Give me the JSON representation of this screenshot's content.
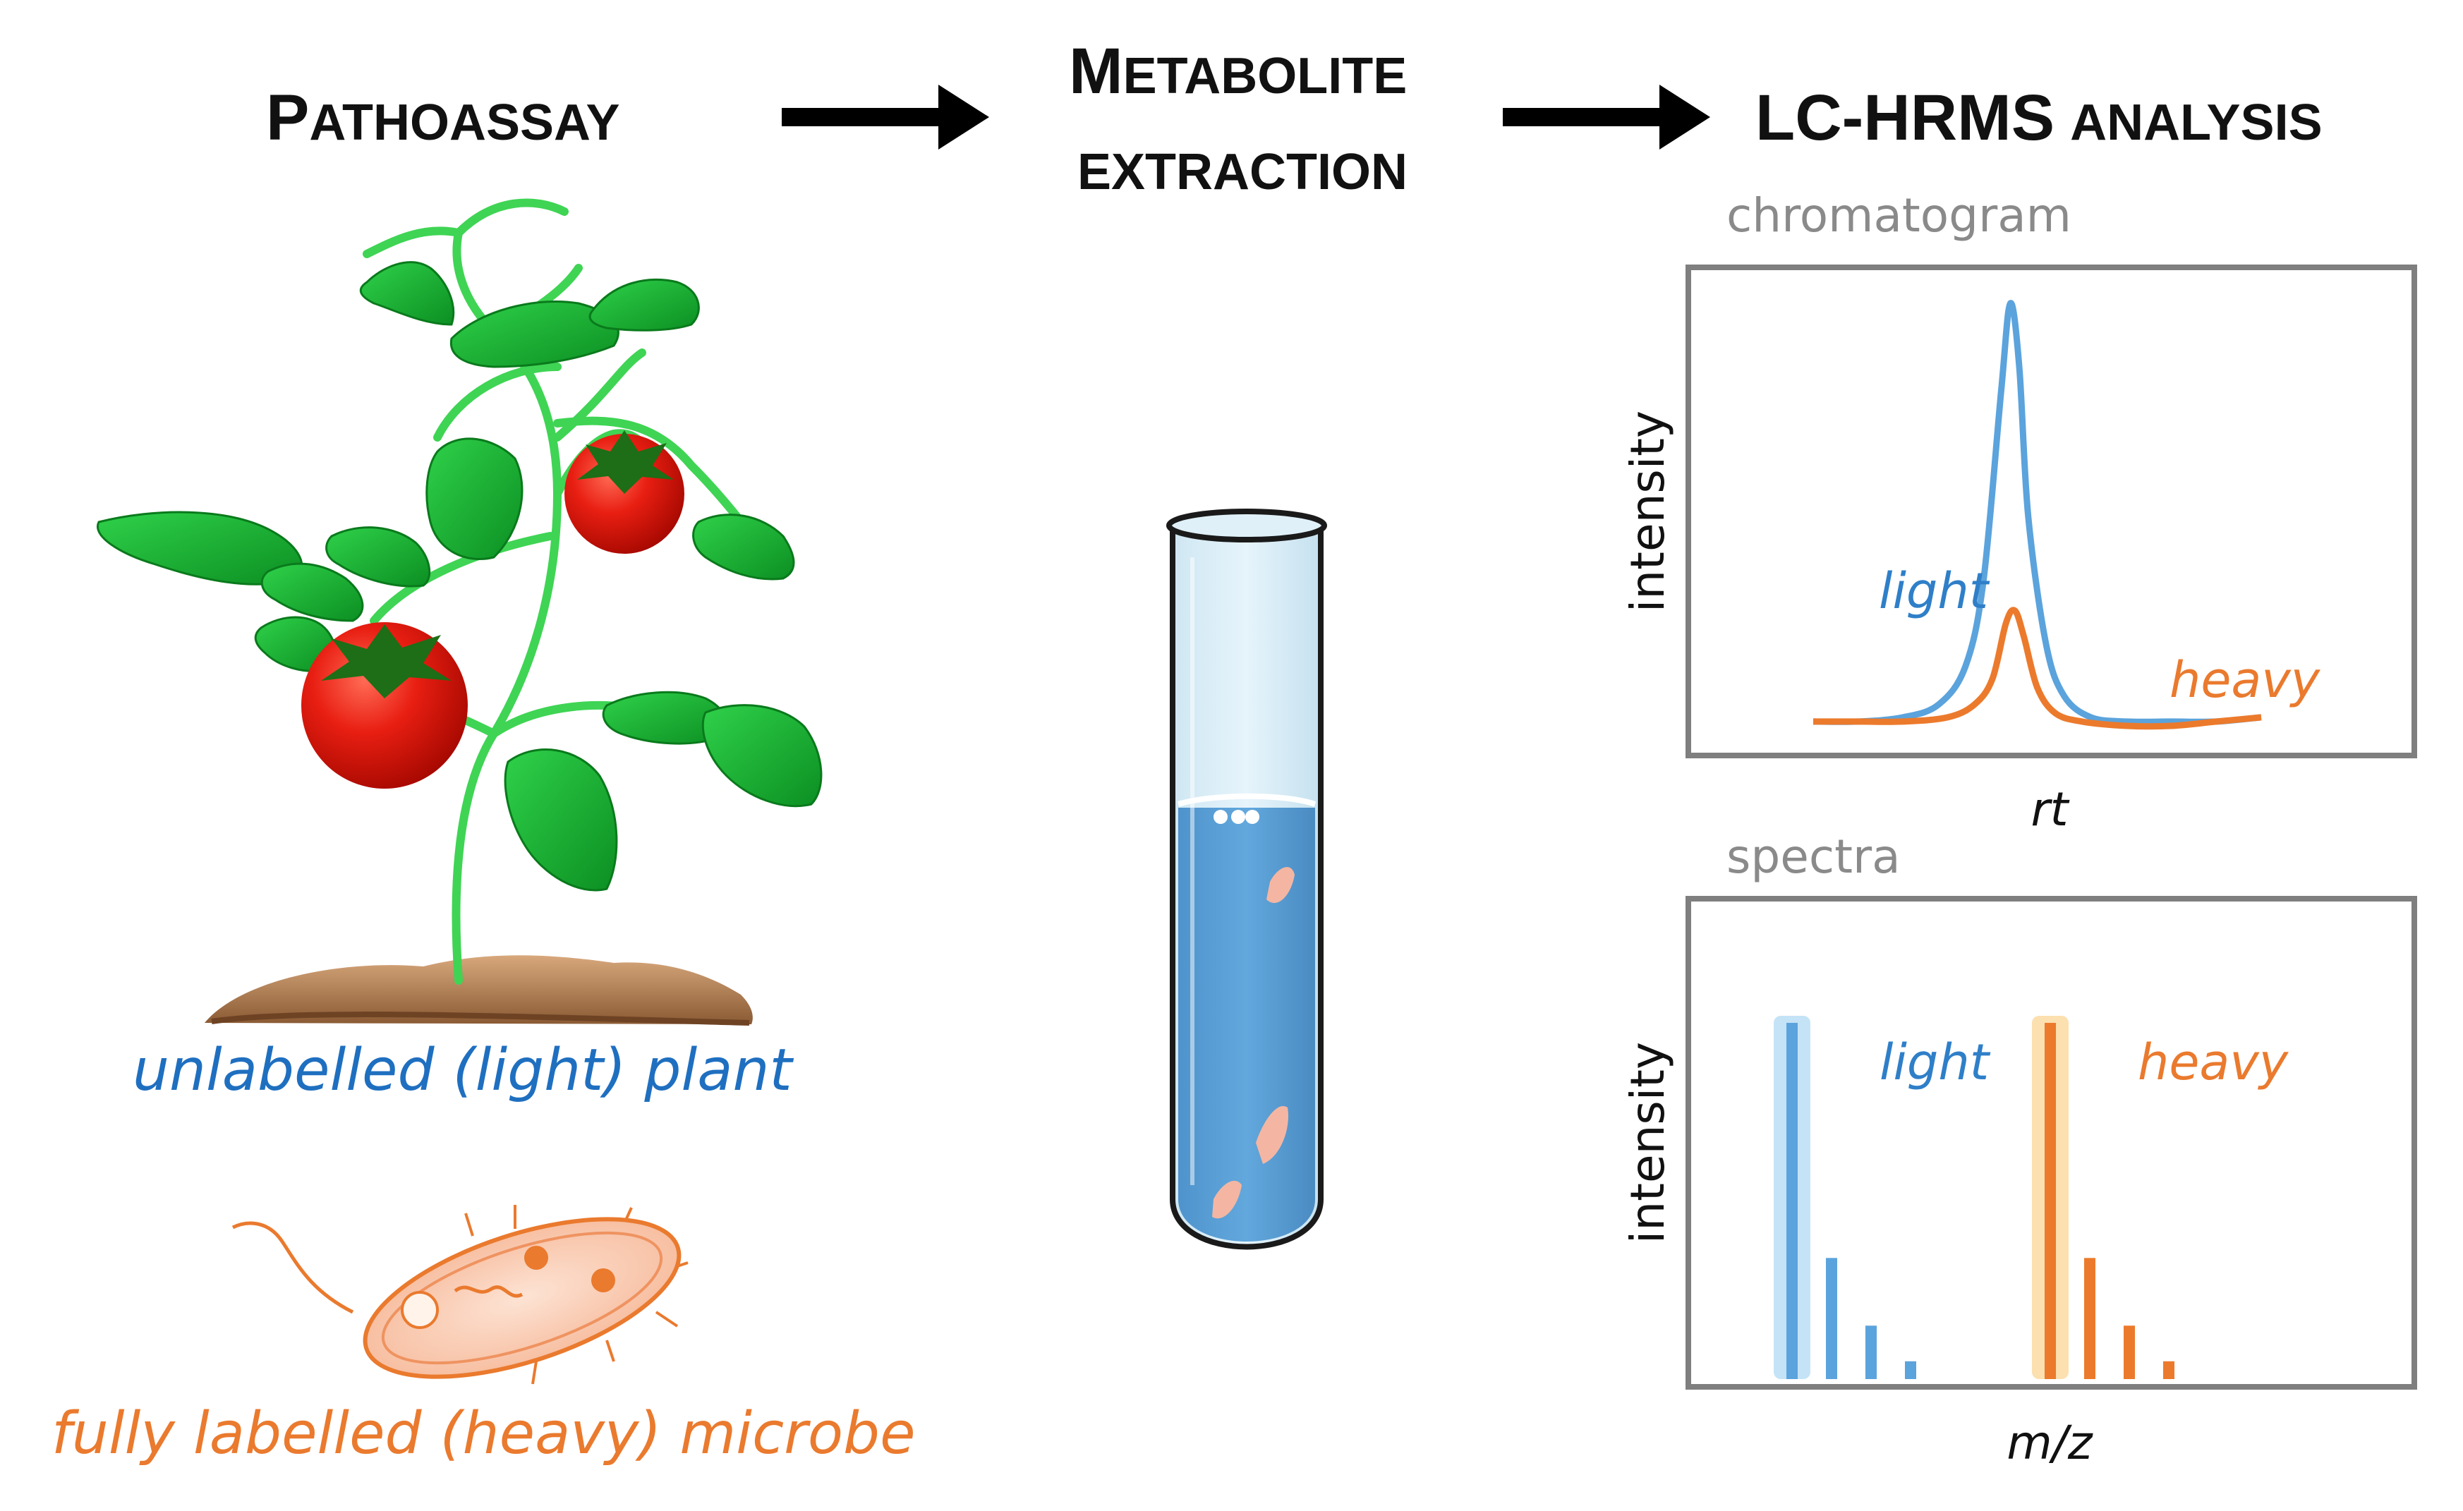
{
  "steps": {
    "step1": {
      "cap": "P",
      "rest": "ATHOASSAY"
    },
    "step2": {
      "line1_cap": "M",
      "line1_rest": "ETABOLITE",
      "line2": "EXTRACTION"
    },
    "step3": {
      "main": "LC-HRMS",
      "rest": "ANALYSIS"
    }
  },
  "captions": {
    "plant": "unlabelled (light) plant",
    "microbe": "fully labelled (heavy) microbe"
  },
  "colors": {
    "light": "#2f7fc8",
    "heavy": "#ec7a2c",
    "light_text": "#1f6fc0",
    "heavy_text": "#ea7a2e",
    "frame": "#7f7f7f",
    "plot_title": "#8a8a8a",
    "arrow": "#000000"
  },
  "chromatogram": {
    "title": "chromatogram",
    "ylabel": "intensity",
    "xlabel": "rt",
    "light_label": "light",
    "heavy_label": "heavy"
  },
  "spectra": {
    "title": "spectra",
    "ylabel": "intensity",
    "xlabel": "m/z",
    "light_label": "light",
    "heavy_label": "heavy"
  },
  "icons": [
    "arrow-right-icon",
    "tomato-plant-icon",
    "bacterium-icon",
    "test-tube-icon"
  ],
  "chart_data": [
    {
      "type": "line",
      "title": "chromatogram",
      "xlabel": "rt",
      "ylabel": "intensity",
      "grid": false,
      "series": [
        {
          "name": "light",
          "x": [
            0,
            10,
            20,
            28,
            34,
            38,
            42,
            44,
            46,
            48,
            52,
            56,
            62,
            70,
            80,
            90,
            100
          ],
          "values": [
            0.02,
            0.02,
            0.03,
            0.06,
            0.15,
            0.35,
            0.8,
            1.0,
            0.85,
            0.5,
            0.2,
            0.08,
            0.03,
            0.02,
            0.02,
            0.02,
            0.03
          ]
        },
        {
          "name": "heavy",
          "x": [
            0,
            10,
            20,
            30,
            36,
            40,
            43,
            45,
            47,
            50,
            54,
            60,
            70,
            80,
            90,
            100
          ],
          "values": [
            0.02,
            0.02,
            0.02,
            0.03,
            0.06,
            0.12,
            0.25,
            0.28,
            0.22,
            0.1,
            0.04,
            0.02,
            0.01,
            0.01,
            0.02,
            0.03
          ]
        }
      ]
    },
    {
      "type": "bar",
      "title": "spectra",
      "xlabel": "m/z",
      "ylabel": "intensity",
      "grid": false,
      "series": [
        {
          "name": "light",
          "x": [
            1,
            2,
            3,
            4
          ],
          "values": [
            1.0,
            0.34,
            0.15,
            0.05
          ]
        },
        {
          "name": "heavy",
          "x": [
            7,
            8,
            9,
            10
          ],
          "values": [
            1.0,
            0.34,
            0.15,
            0.05
          ]
        }
      ]
    }
  ]
}
